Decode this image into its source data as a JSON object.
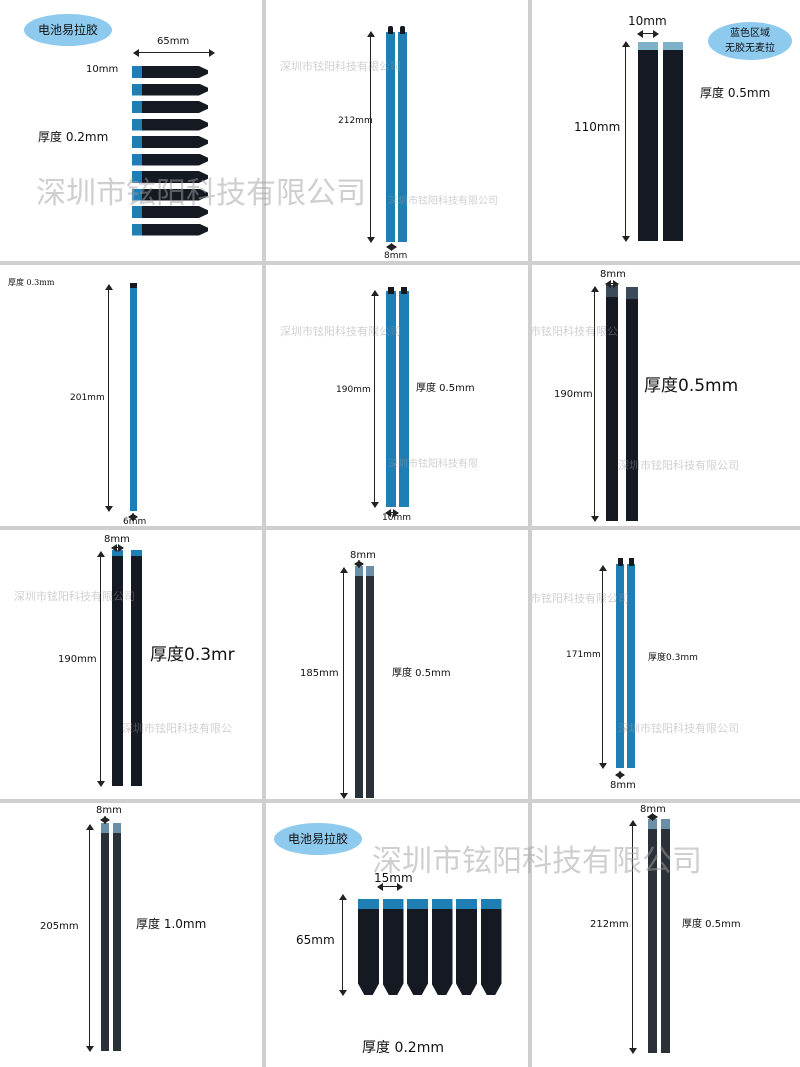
{
  "panels": [
    {
      "bubble": "电池易拉胶",
      "width_label": "65mm",
      "height_label": "10mm",
      "thickness": "厚度 0.2mm",
      "watermark": "深圳市铉阳科技有限公司"
    },
    {
      "length_label": "212mm",
      "width_label": "8mm",
      "watermark": "深圳市铉阳科技有限公司",
      "watermark2": "深圳市铉阳科技有限公司"
    },
    {
      "width_label": "10mm",
      "length_label": "110mm",
      "thickness": "厚度 0.5mm",
      "bubble_line1": "蓝色区域",
      "bubble_line2": "无胶无麦拉"
    },
    {
      "thickness": "厚度 0.3mm",
      "length_label": "201mm",
      "width_label": "6mm"
    },
    {
      "length_label": "190mm",
      "thickness": "厚度 0.5mm",
      "width_label": "10mm",
      "watermark": "深圳市铉阳科技有限公司",
      "watermark2": "深圳市铉阳科技有限"
    },
    {
      "width_label": "8mm",
      "length_label": "190mm",
      "thickness": "厚度0.5mm",
      "watermark": "深圳市铉阳科技有限公",
      "watermark2": "深圳市铉阳科技有限公司"
    },
    {
      "width_label": "8mm",
      "length_label": "190mm",
      "thickness": "厚度0.3mr",
      "watermark": "深圳市铉阳科技有限公司",
      "watermark2": "深圳市铉阳科技有限公"
    },
    {
      "width_label": "8mm",
      "length_label": "185mm",
      "thickness": "厚度 0.5mm"
    },
    {
      "length_label": "171mm",
      "thickness": "厚度0.3mm",
      "width_label": "8mm",
      "watermark": "深圳市铉阳科技有限公司",
      "watermark2": "深圳市铉阳科技有限公司"
    },
    {
      "width_label": "8mm",
      "length_label": "205mm",
      "thickness": "厚度 1.0mm"
    },
    {
      "bubble": "电池易拉胶",
      "width_label": "15mm",
      "height_label": "65mm",
      "thickness": "厚度 0.2mm"
    },
    {
      "width_label": "8mm",
      "length_label": "212mm",
      "thickness": "厚度 0.5mm"
    }
  ],
  "big_watermark_top": "深圳市铉阳科技有限公司",
  "big_watermark_bottom": "深圳市铉阳科技有限公司",
  "colors": {
    "blue": "#1f7fb5",
    "black": "#151a22",
    "gray_black": "#2b3138",
    "bubble": "#8ec9ee"
  }
}
